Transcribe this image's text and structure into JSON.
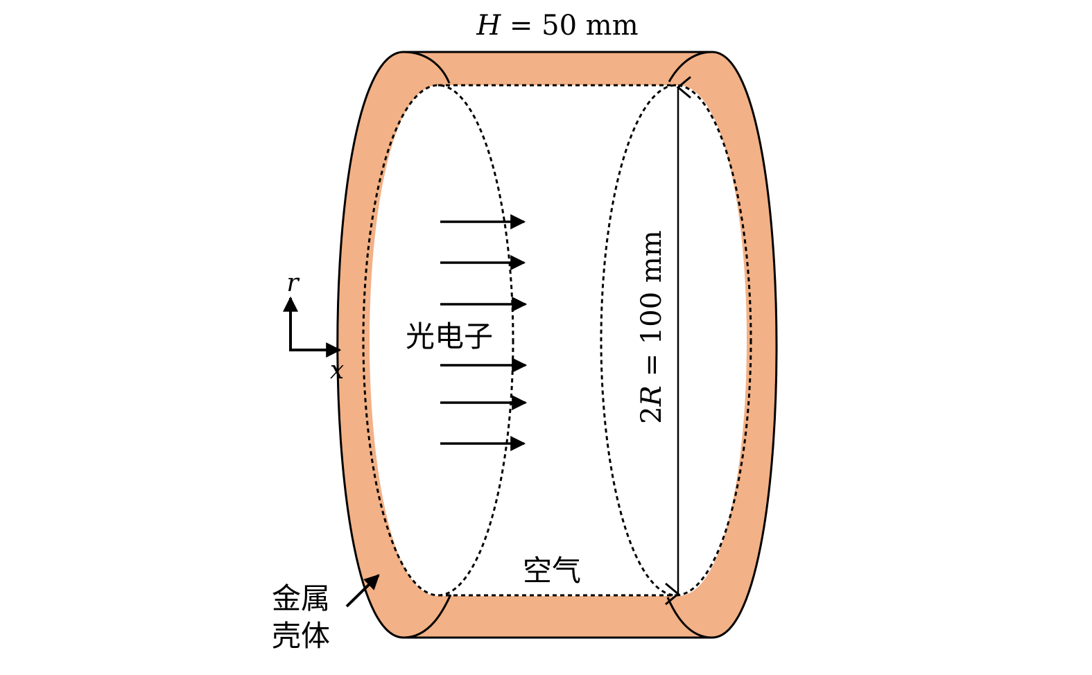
{
  "labels": {
    "height_label": {
      "symbol": "H",
      "equals": " = ",
      "value": "50 mm"
    },
    "diameter_label": {
      "prefix": "2",
      "symbol": "R",
      "equals": " = ",
      "value": "100 mm"
    },
    "photoelectron": "光电子",
    "air": "空气",
    "shell_line1": "金属",
    "shell_line2": "壳体",
    "axis_r": "r",
    "axis_x": "x"
  },
  "colors": {
    "shell_fill": "#F2B186",
    "outline": "#000000",
    "background": "#FFFFFF"
  },
  "icons": {
    "electron_arrows": "right-arrow-icon",
    "shell_pointer": "diagonal-arrow-icon"
  }
}
